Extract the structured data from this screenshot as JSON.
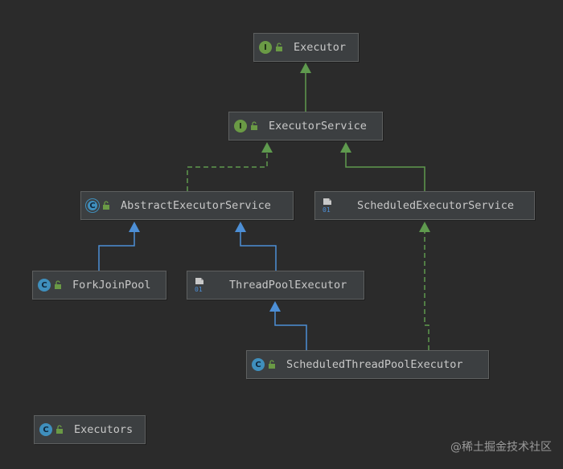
{
  "diagram": {
    "nodes": [
      {
        "id": "executor",
        "label": "Executor",
        "kind": "interface",
        "icon": "interface-icon",
        "badge_letter": "I"
      },
      {
        "id": "executor-service",
        "label": "ExecutorService",
        "kind": "interface",
        "icon": "interface-icon",
        "badge_letter": "I"
      },
      {
        "id": "abstract-executor-service",
        "label": "AbstractExecutorService",
        "kind": "abstract-class",
        "icon": "abstract-class-icon",
        "badge_letter": "C"
      },
      {
        "id": "scheduled-executor-service",
        "label": "ScheduledExecutorService",
        "kind": "interface",
        "icon": "binary-file-icon"
      },
      {
        "id": "fork-join-pool",
        "label": "ForkJoinPool",
        "kind": "class",
        "icon": "class-icon",
        "badge_letter": "C"
      },
      {
        "id": "thread-pool-executor",
        "label": "ThreadPoolExecutor",
        "kind": "class",
        "icon": "binary-file-icon"
      },
      {
        "id": "scheduled-thread-pool-executor",
        "label": "ScheduledThreadPoolExecutor",
        "kind": "class",
        "icon": "class-icon",
        "badge_letter": "C"
      },
      {
        "id": "executors",
        "label": "Executors",
        "kind": "class",
        "icon": "class-icon",
        "badge_letter": "C"
      }
    ],
    "edges": [
      {
        "from": "executor-service",
        "to": "executor",
        "relation": "extends",
        "style": "solid",
        "color": "#5f9a4e"
      },
      {
        "from": "abstract-executor-service",
        "to": "executor-service",
        "relation": "implements",
        "style": "dashed",
        "color": "#5f9a4e"
      },
      {
        "from": "scheduled-executor-service",
        "to": "executor-service",
        "relation": "extends",
        "style": "solid",
        "color": "#5f9a4e"
      },
      {
        "from": "fork-join-pool",
        "to": "abstract-executor-service",
        "relation": "extends",
        "style": "solid",
        "color": "#4d8fd6"
      },
      {
        "from": "thread-pool-executor",
        "to": "abstract-executor-service",
        "relation": "extends",
        "style": "solid",
        "color": "#4d8fd6"
      },
      {
        "from": "scheduled-thread-pool-executor",
        "to": "thread-pool-executor",
        "relation": "extends",
        "style": "solid",
        "color": "#4d8fd6"
      },
      {
        "from": "scheduled-thread-pool-executor",
        "to": "scheduled-executor-service",
        "relation": "implements",
        "style": "dashed",
        "color": "#5f9a4e"
      }
    ]
  },
  "colors": {
    "background": "#2b2b2b",
    "node_fill": "#3c3f41",
    "node_border": "#5e6060",
    "interface_badge": "#6a9a45",
    "class_badge": "#3f8fbd",
    "implements_arrow": "#5f9a4e",
    "extends_arrow": "#4d8fd6",
    "label_text": "#c8c8c8"
  },
  "watermark": "@稀土掘金技术社区"
}
